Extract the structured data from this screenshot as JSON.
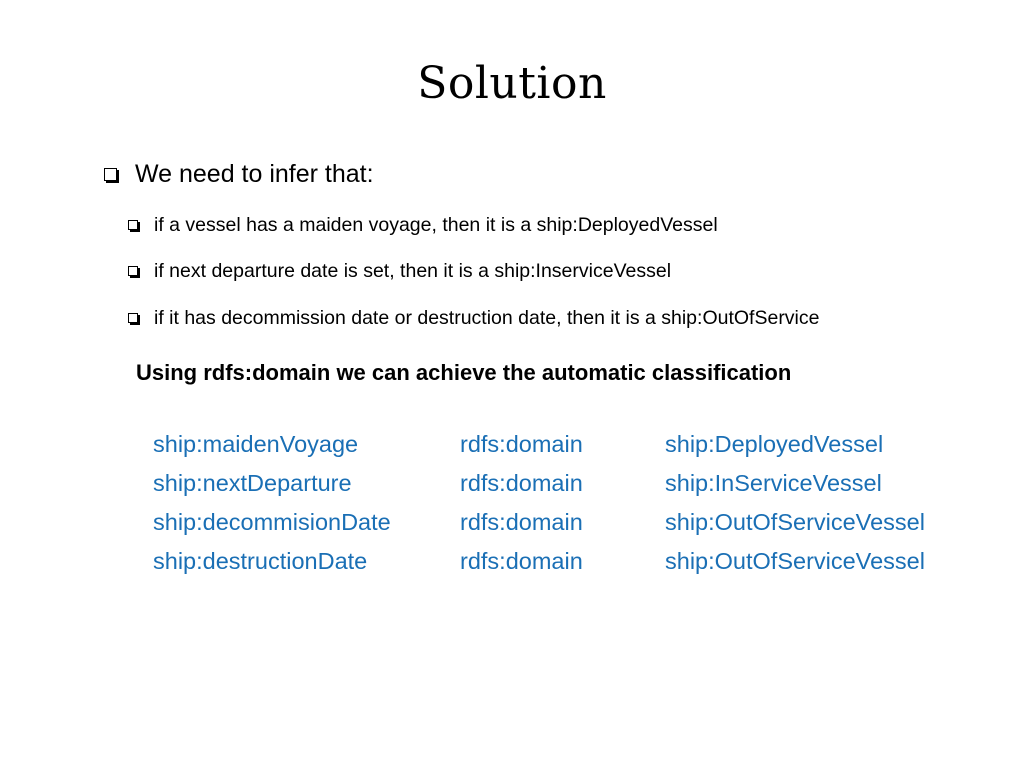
{
  "slide": {
    "title": "Solution",
    "bullet_main": "We need to infer that:",
    "sub_bullets": [
      "if a vessel has a maiden voyage, then it is a ship:DeployedVessel",
      "if next departure date is set, then it is a ship:InserviceVessel",
      "if it has decommission date or destruction date, then it is a ship:OutOfService"
    ],
    "emphasis": "Using rdfs:domain we can achieve the automatic classification",
    "triples": [
      {
        "subject": "ship:maidenVoyage",
        "predicate": "rdfs:domain",
        "object": "ship:DeployedVessel"
      },
      {
        "subject": "ship:nextDeparture",
        "predicate": "rdfs:domain",
        "object": "ship:InServiceVessel"
      },
      {
        "subject": "ship:decommisionDate",
        "predicate": "rdfs:domain",
        "object": "ship:OutOfServiceVessel"
      },
      {
        "subject": "ship:destructionDate",
        "predicate": "rdfs:domain",
        "object": "ship:OutOfServiceVessel"
      }
    ],
    "colors": {
      "text": "#000000",
      "triple_text": "#1a6fb5",
      "background": "#ffffff"
    },
    "icons": {
      "bullet": "hollow-square-bullet-icon"
    }
  }
}
